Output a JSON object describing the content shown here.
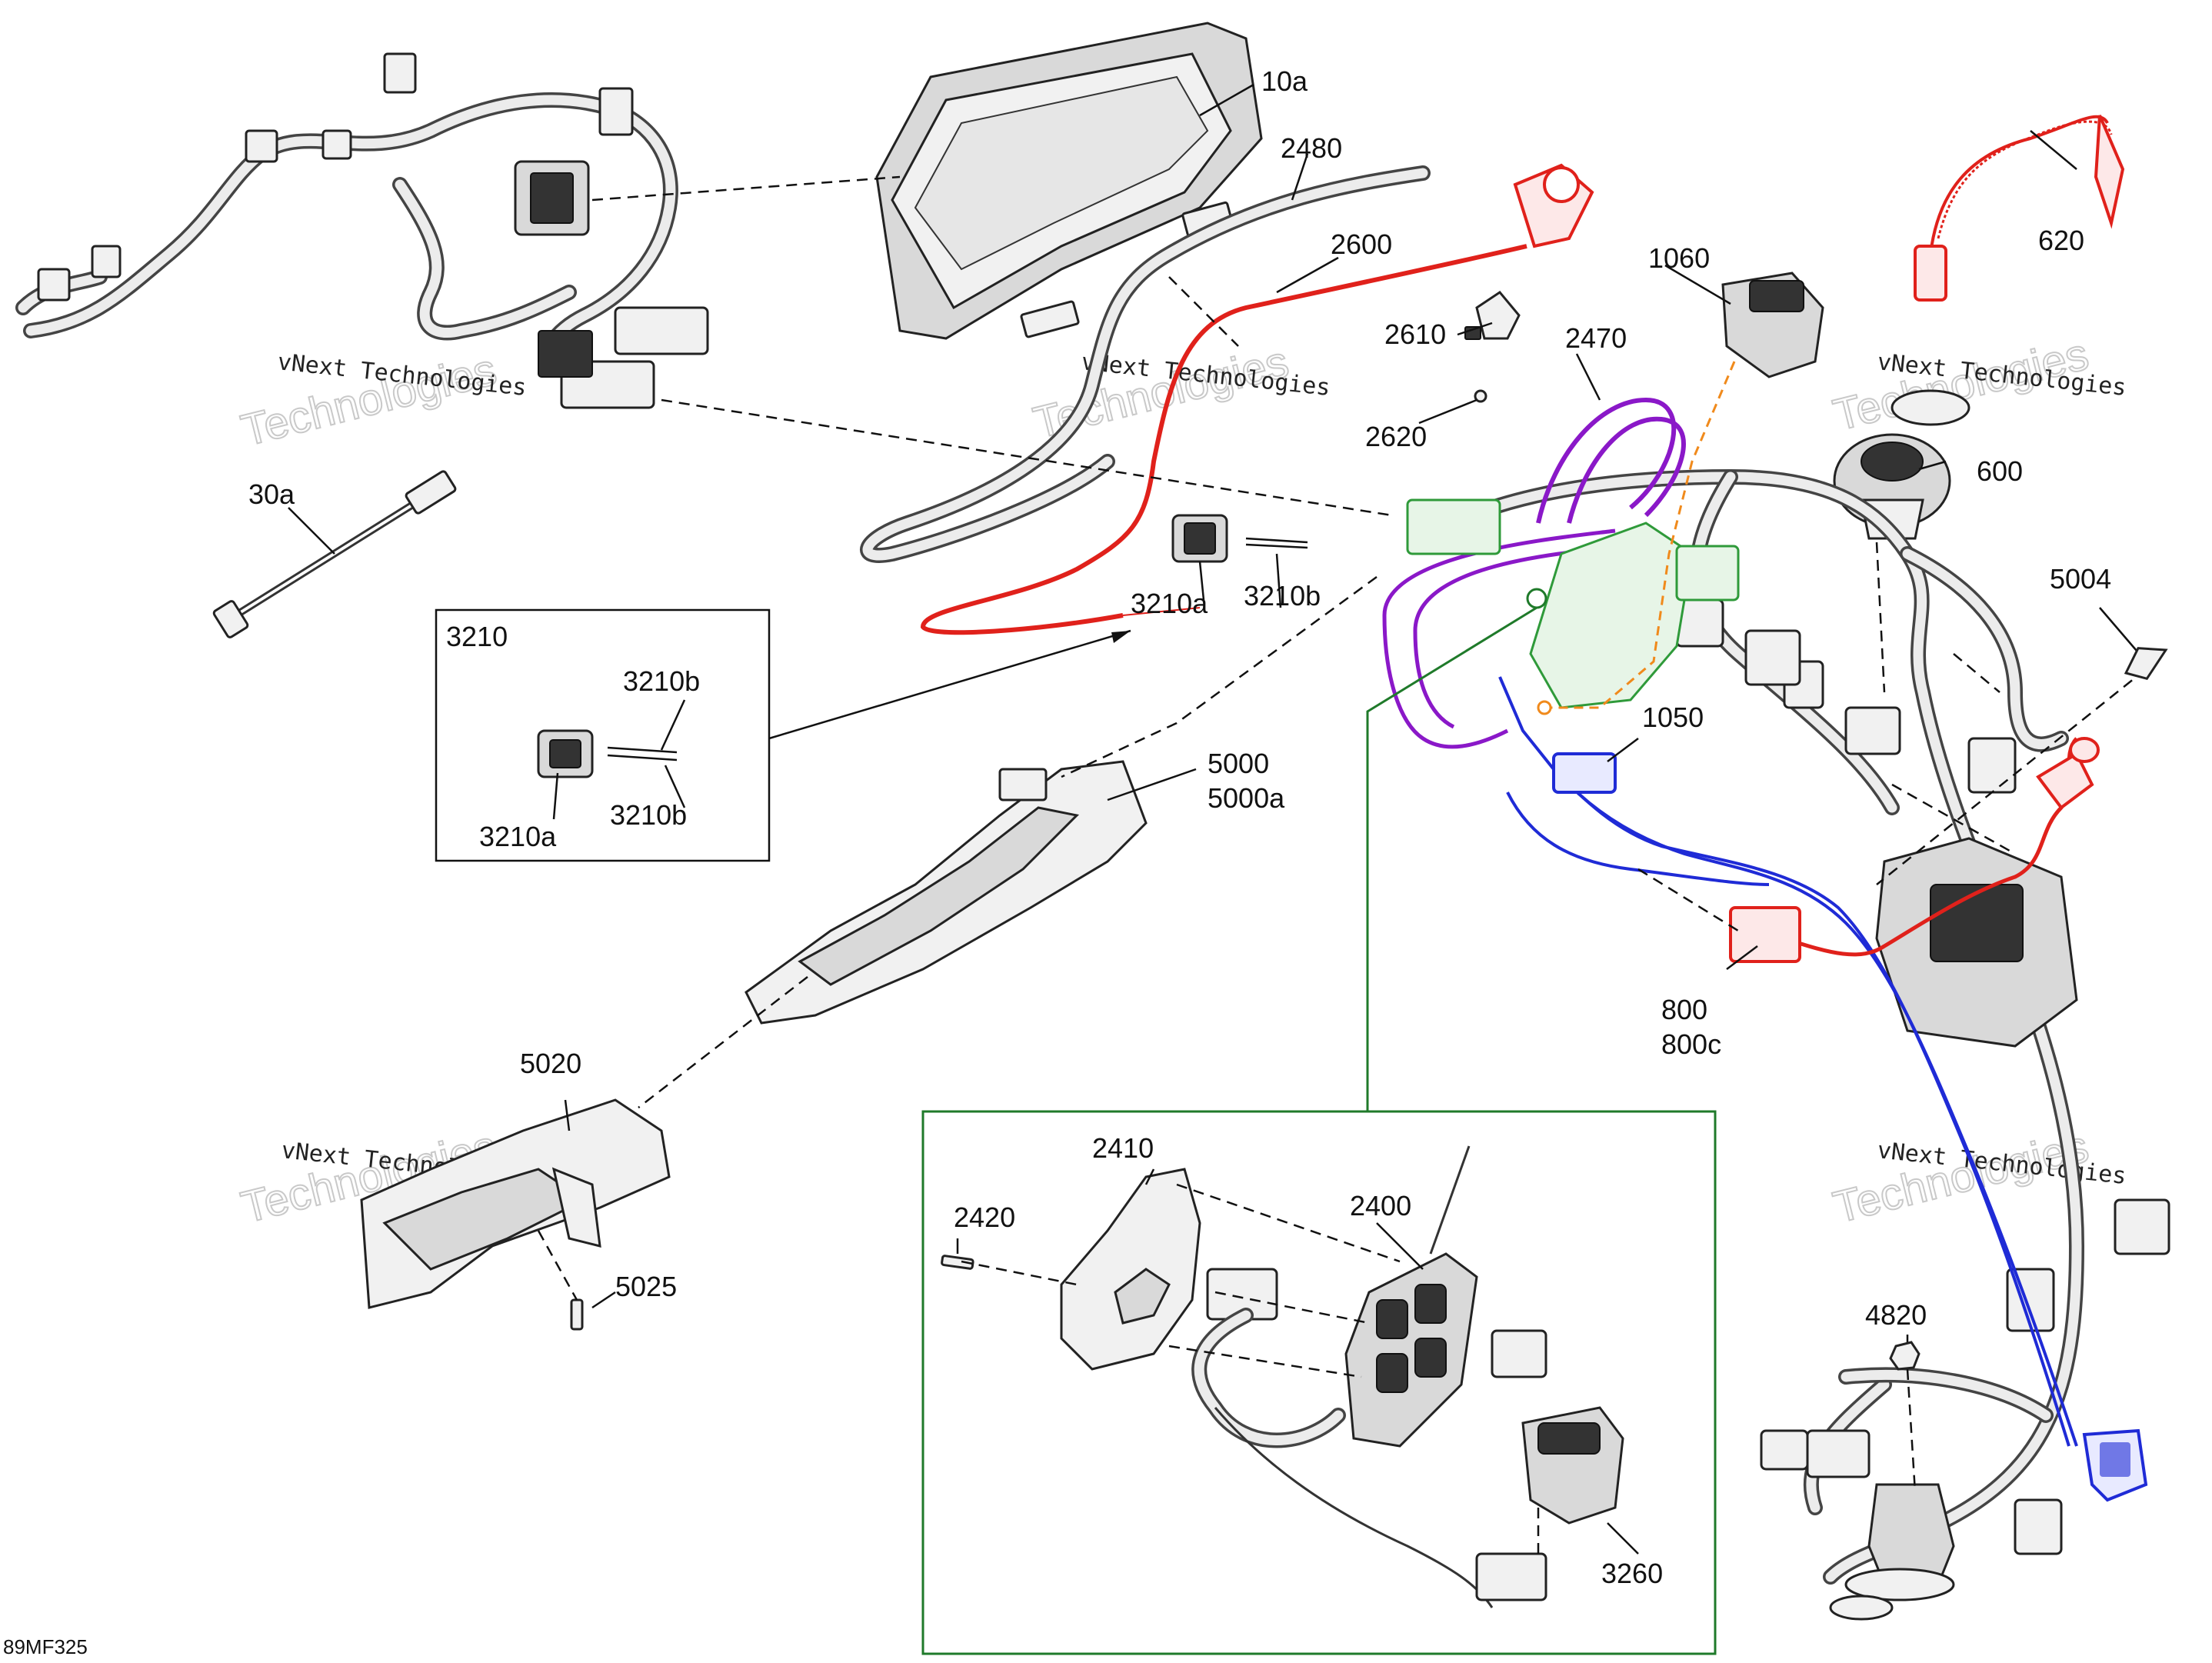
{
  "diagram_code": "89MF325",
  "watermark": {
    "line1": "vNext Technologies",
    "line2": "Technologies"
  },
  "colors": {
    "red": "#e0211b",
    "purple": "#8a18c8",
    "blue": "#1f2bd6",
    "green": "#2f9a3a",
    "orange": "#f08a1c",
    "green_frame": "#1f7a2a"
  },
  "labels": {
    "p10a": "10a",
    "p2480": "2480",
    "p2600": "2600",
    "p2610": "2610",
    "p2620": "2620",
    "p1060": "1060",
    "p2470": "2470",
    "p620": "620",
    "p600": "600",
    "p30a": "30a",
    "p3210": "3210",
    "p3210a_main": "3210a",
    "p3210b_main": "3210b",
    "p3210b_top": "3210b",
    "p3210b_bottom": "3210b",
    "p3210a_box": "3210a",
    "p5004": "5004",
    "p1050": "1050",
    "p5000": "5000",
    "p5000a": "5000a",
    "p800": "800",
    "p800c": "800c",
    "p5020": "5020",
    "p5025": "5025",
    "p2410": "2410",
    "p2420": "2420",
    "p2400": "2400",
    "p4820": "4820",
    "p3260": "3260"
  }
}
